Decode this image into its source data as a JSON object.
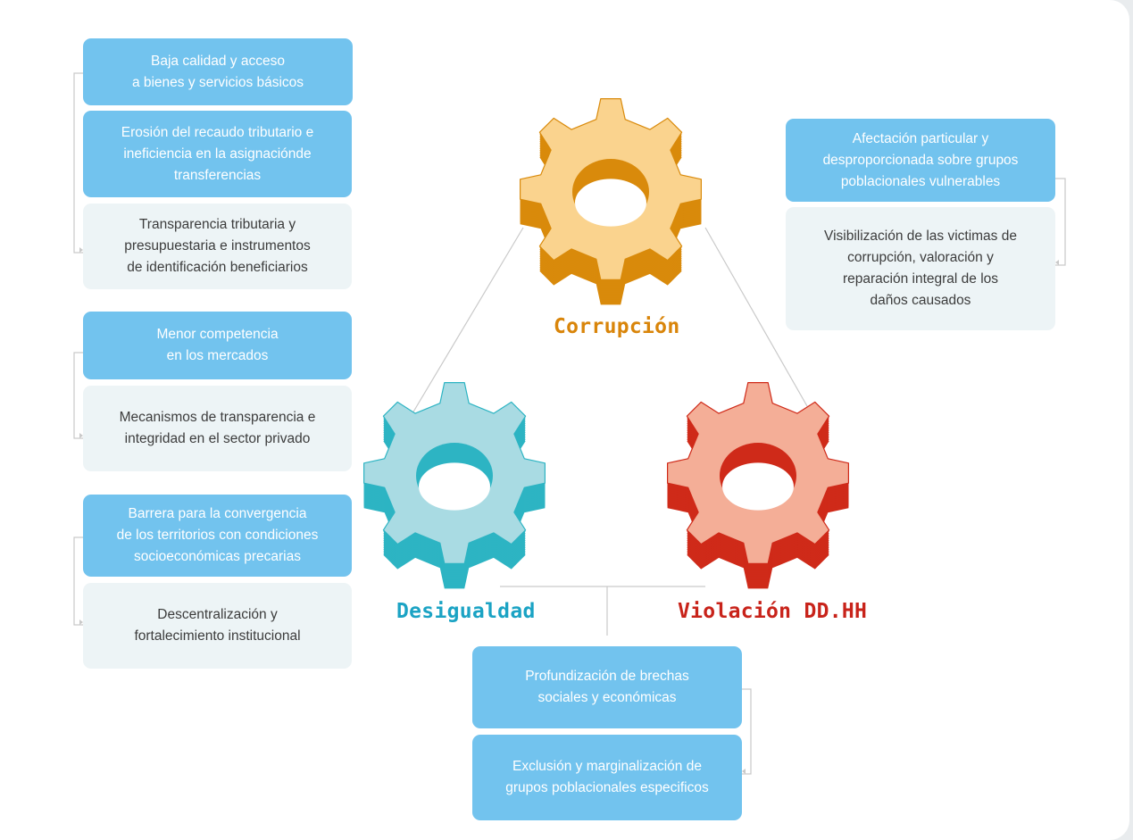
{
  "colors": {
    "corrupcion_face": "#fad38e",
    "corrupcion_side": "#d98a0b",
    "desigualdad_face": "#a9dbe3",
    "desigualdad_side": "#2db4c3",
    "violacion_face": "#f4ae97",
    "violacion_side": "#cf2a19",
    "box_blue": "#72c3ee",
    "box_pale": "#edf4f6"
  },
  "gears": [
    {
      "label": "Corrupción",
      "color": "#d9850a",
      "icon": "gear-icon"
    },
    {
      "label": "Desigualdad",
      "color": "#1ba3c4",
      "icon": "gear-icon"
    },
    {
      "label": "Violación DD.HH",
      "color": "#c8231a",
      "icon": "gear-icon"
    }
  ],
  "left_groups": [
    {
      "items": [
        {
          "text": "Baja calidad y acceso\na bienes y servicios básicos",
          "style": "blue"
        },
        {
          "text": "Erosión del recaudo tributario e\nineficiencia en la asignaciónde\ntransferencias",
          "style": "blue"
        },
        {
          "text": "Transparencia tributaria y\npresupuestaria e instrumentos\nde identificación beneficiarios",
          "style": "pale"
        }
      ]
    },
    {
      "items": [
        {
          "text": "Menor competencia\nen los mercados",
          "style": "blue"
        },
        {
          "text": "Mecanismos de transparencia e\nintegridad en el sector privado",
          "style": "pale"
        }
      ]
    },
    {
      "items": [
        {
          "text": "Barrera para la convergencia\nde los territorios con condiciones\nsocioeconómicas precarias",
          "style": "blue"
        },
        {
          "text": "Descentralización y\nfortalecimiento institucional",
          "style": "pale"
        }
      ]
    }
  ],
  "right_group": {
    "items": [
      {
        "text": "Afectación particular y\ndesproporcionada sobre grupos\npoblacionales vulnerables",
        "style": "blue"
      },
      {
        "text": "Visibilización de las victimas de\ncorrupción, valoración y\nreparación integral de los\ndaños causados",
        "style": "pale"
      }
    ]
  },
  "bottom_group": {
    "items": [
      {
        "text": "Profundización de brechas\nsociales y económicas",
        "style": "blue"
      },
      {
        "text": "Exclusión y marginalización de\ngrupos poblacionales especificos",
        "style": "blue"
      }
    ]
  }
}
